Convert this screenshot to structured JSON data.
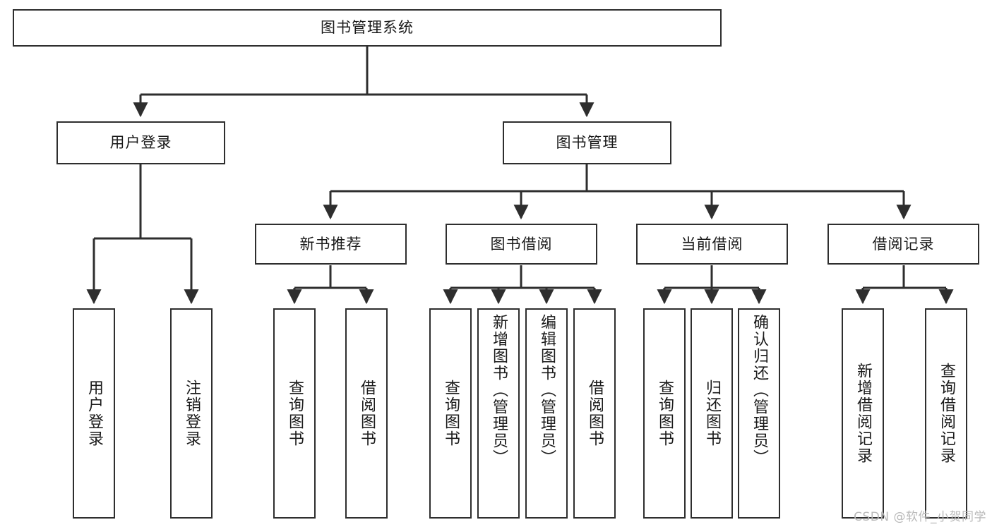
{
  "diagram": {
    "title": "图书管理系统",
    "type": "tree",
    "root": {
      "id": "root",
      "label": "图书管理系统"
    },
    "level2": [
      {
        "id": "user-login",
        "label": "用户登录"
      },
      {
        "id": "book-management",
        "label": "图书管理"
      }
    ],
    "level3": [
      {
        "id": "new-book-recommend",
        "label": "新书推荐"
      },
      {
        "id": "book-borrow",
        "label": "图书借阅"
      },
      {
        "id": "current-borrow",
        "label": "当前借阅"
      },
      {
        "id": "borrow-record",
        "label": "借阅记录"
      }
    ],
    "leaves": [
      {
        "id": "leaf-user-login",
        "label": "用户登录",
        "parent": "user-login"
      },
      {
        "id": "leaf-logout-login",
        "label": "注销登录",
        "parent": "user-login"
      },
      {
        "id": "leaf-query-book-1",
        "label": "查询图书",
        "parent": "new-book-recommend"
      },
      {
        "id": "leaf-borrow-book-1",
        "label": "借阅图书",
        "parent": "new-book-recommend"
      },
      {
        "id": "leaf-query-book-2",
        "label": "查询图书",
        "parent": "book-borrow"
      },
      {
        "id": "leaf-add-book",
        "label": "新增图书（管理员）",
        "parent": "book-borrow"
      },
      {
        "id": "leaf-edit-book",
        "label": "编辑图书（管理员）",
        "parent": "book-borrow"
      },
      {
        "id": "leaf-borrow-book-2",
        "label": "借阅图书",
        "parent": "book-borrow"
      },
      {
        "id": "leaf-query-book-3",
        "label": "查询图书",
        "parent": "current-borrow"
      },
      {
        "id": "leaf-return-book",
        "label": "归还图书",
        "parent": "current-borrow"
      },
      {
        "id": "leaf-confirm-return",
        "label": "确认归还（管理员）",
        "parent": "current-borrow"
      },
      {
        "id": "leaf-add-record",
        "label": "新增借阅记录",
        "parent": "borrow-record"
      },
      {
        "id": "leaf-query-record",
        "label": "查询借阅记录",
        "parent": "borrow-record"
      }
    ],
    "colors": {
      "stroke": "#2e2e2e",
      "fill": "#ffffff",
      "text": "#1a1a1a",
      "watermark": "#b9b9b9"
    }
  },
  "watermark": {
    "text": "CSDN @软件_小贺同学"
  }
}
